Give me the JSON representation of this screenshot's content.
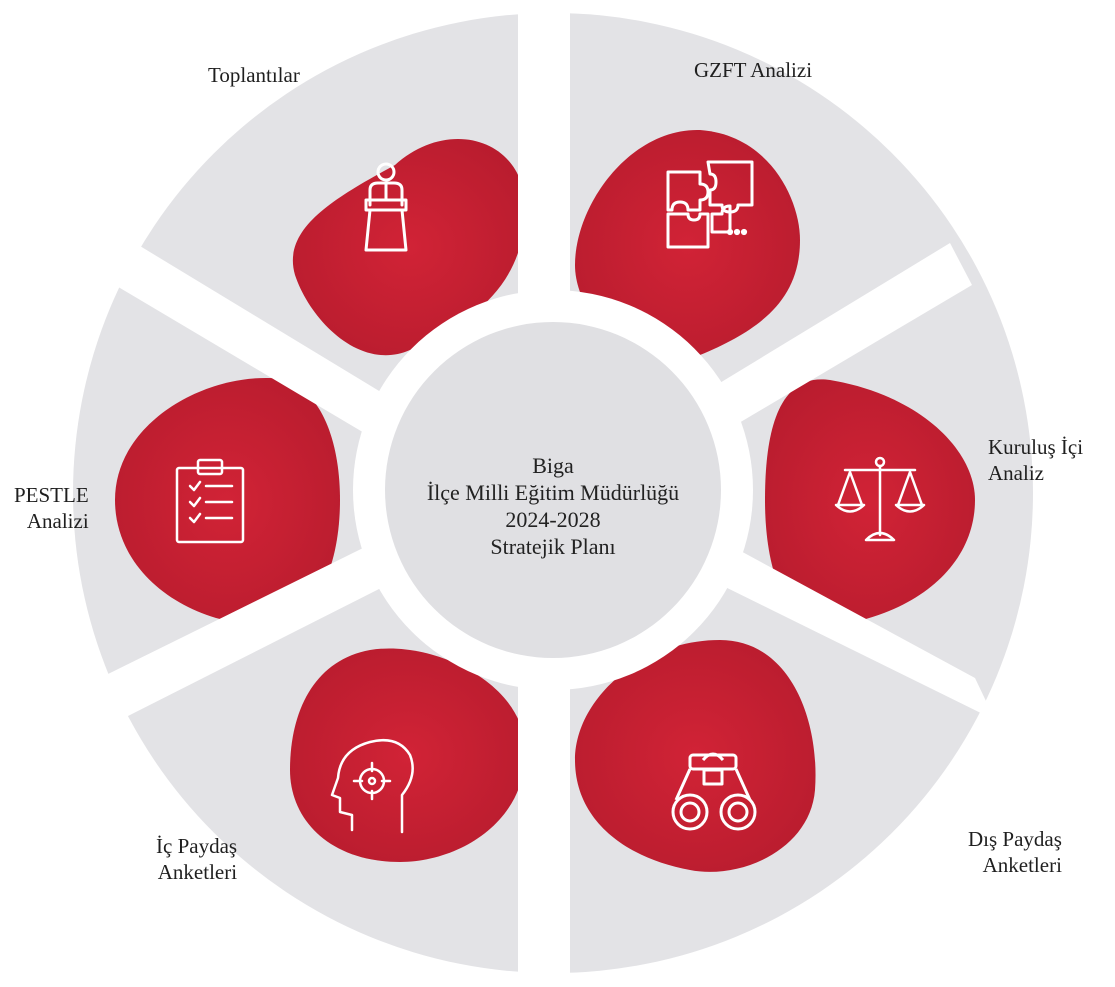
{
  "center": {
    "line1": "Biga",
    "line2": "İlçe Milli Eğitim Müdürlüğü",
    "line3": "2024-2028",
    "line4": "Stratejik Planı"
  },
  "segments": [
    {
      "id": "toplantilar",
      "lines": [
        "Toplantılar"
      ],
      "icon": "presenter-icon"
    },
    {
      "id": "gzft",
      "lines": [
        "GZFT Analizi"
      ],
      "icon": "puzzle-icon"
    },
    {
      "id": "kurulus",
      "lines": [
        "Kuruluş İçi",
        "Analiz"
      ],
      "icon": "scale-icon"
    },
    {
      "id": "dis-paydas",
      "lines": [
        "Dış Paydaş",
        "Anketleri"
      ],
      "icon": "binoculars-icon"
    },
    {
      "id": "ic-paydas",
      "lines": [
        "İç Paydaş",
        "Anketleri"
      ],
      "icon": "head-target-icon"
    },
    {
      "id": "pestle",
      "lines": [
        "PESTLE",
        "Analizi"
      ],
      "icon": "clipboard-checklist-icon"
    }
  ],
  "colors": {
    "ring": "#e3e3e6",
    "petal": "#c62032",
    "petal_dark": "#a9182a",
    "center": "#e0e0e3",
    "gap": "#ffffff"
  }
}
